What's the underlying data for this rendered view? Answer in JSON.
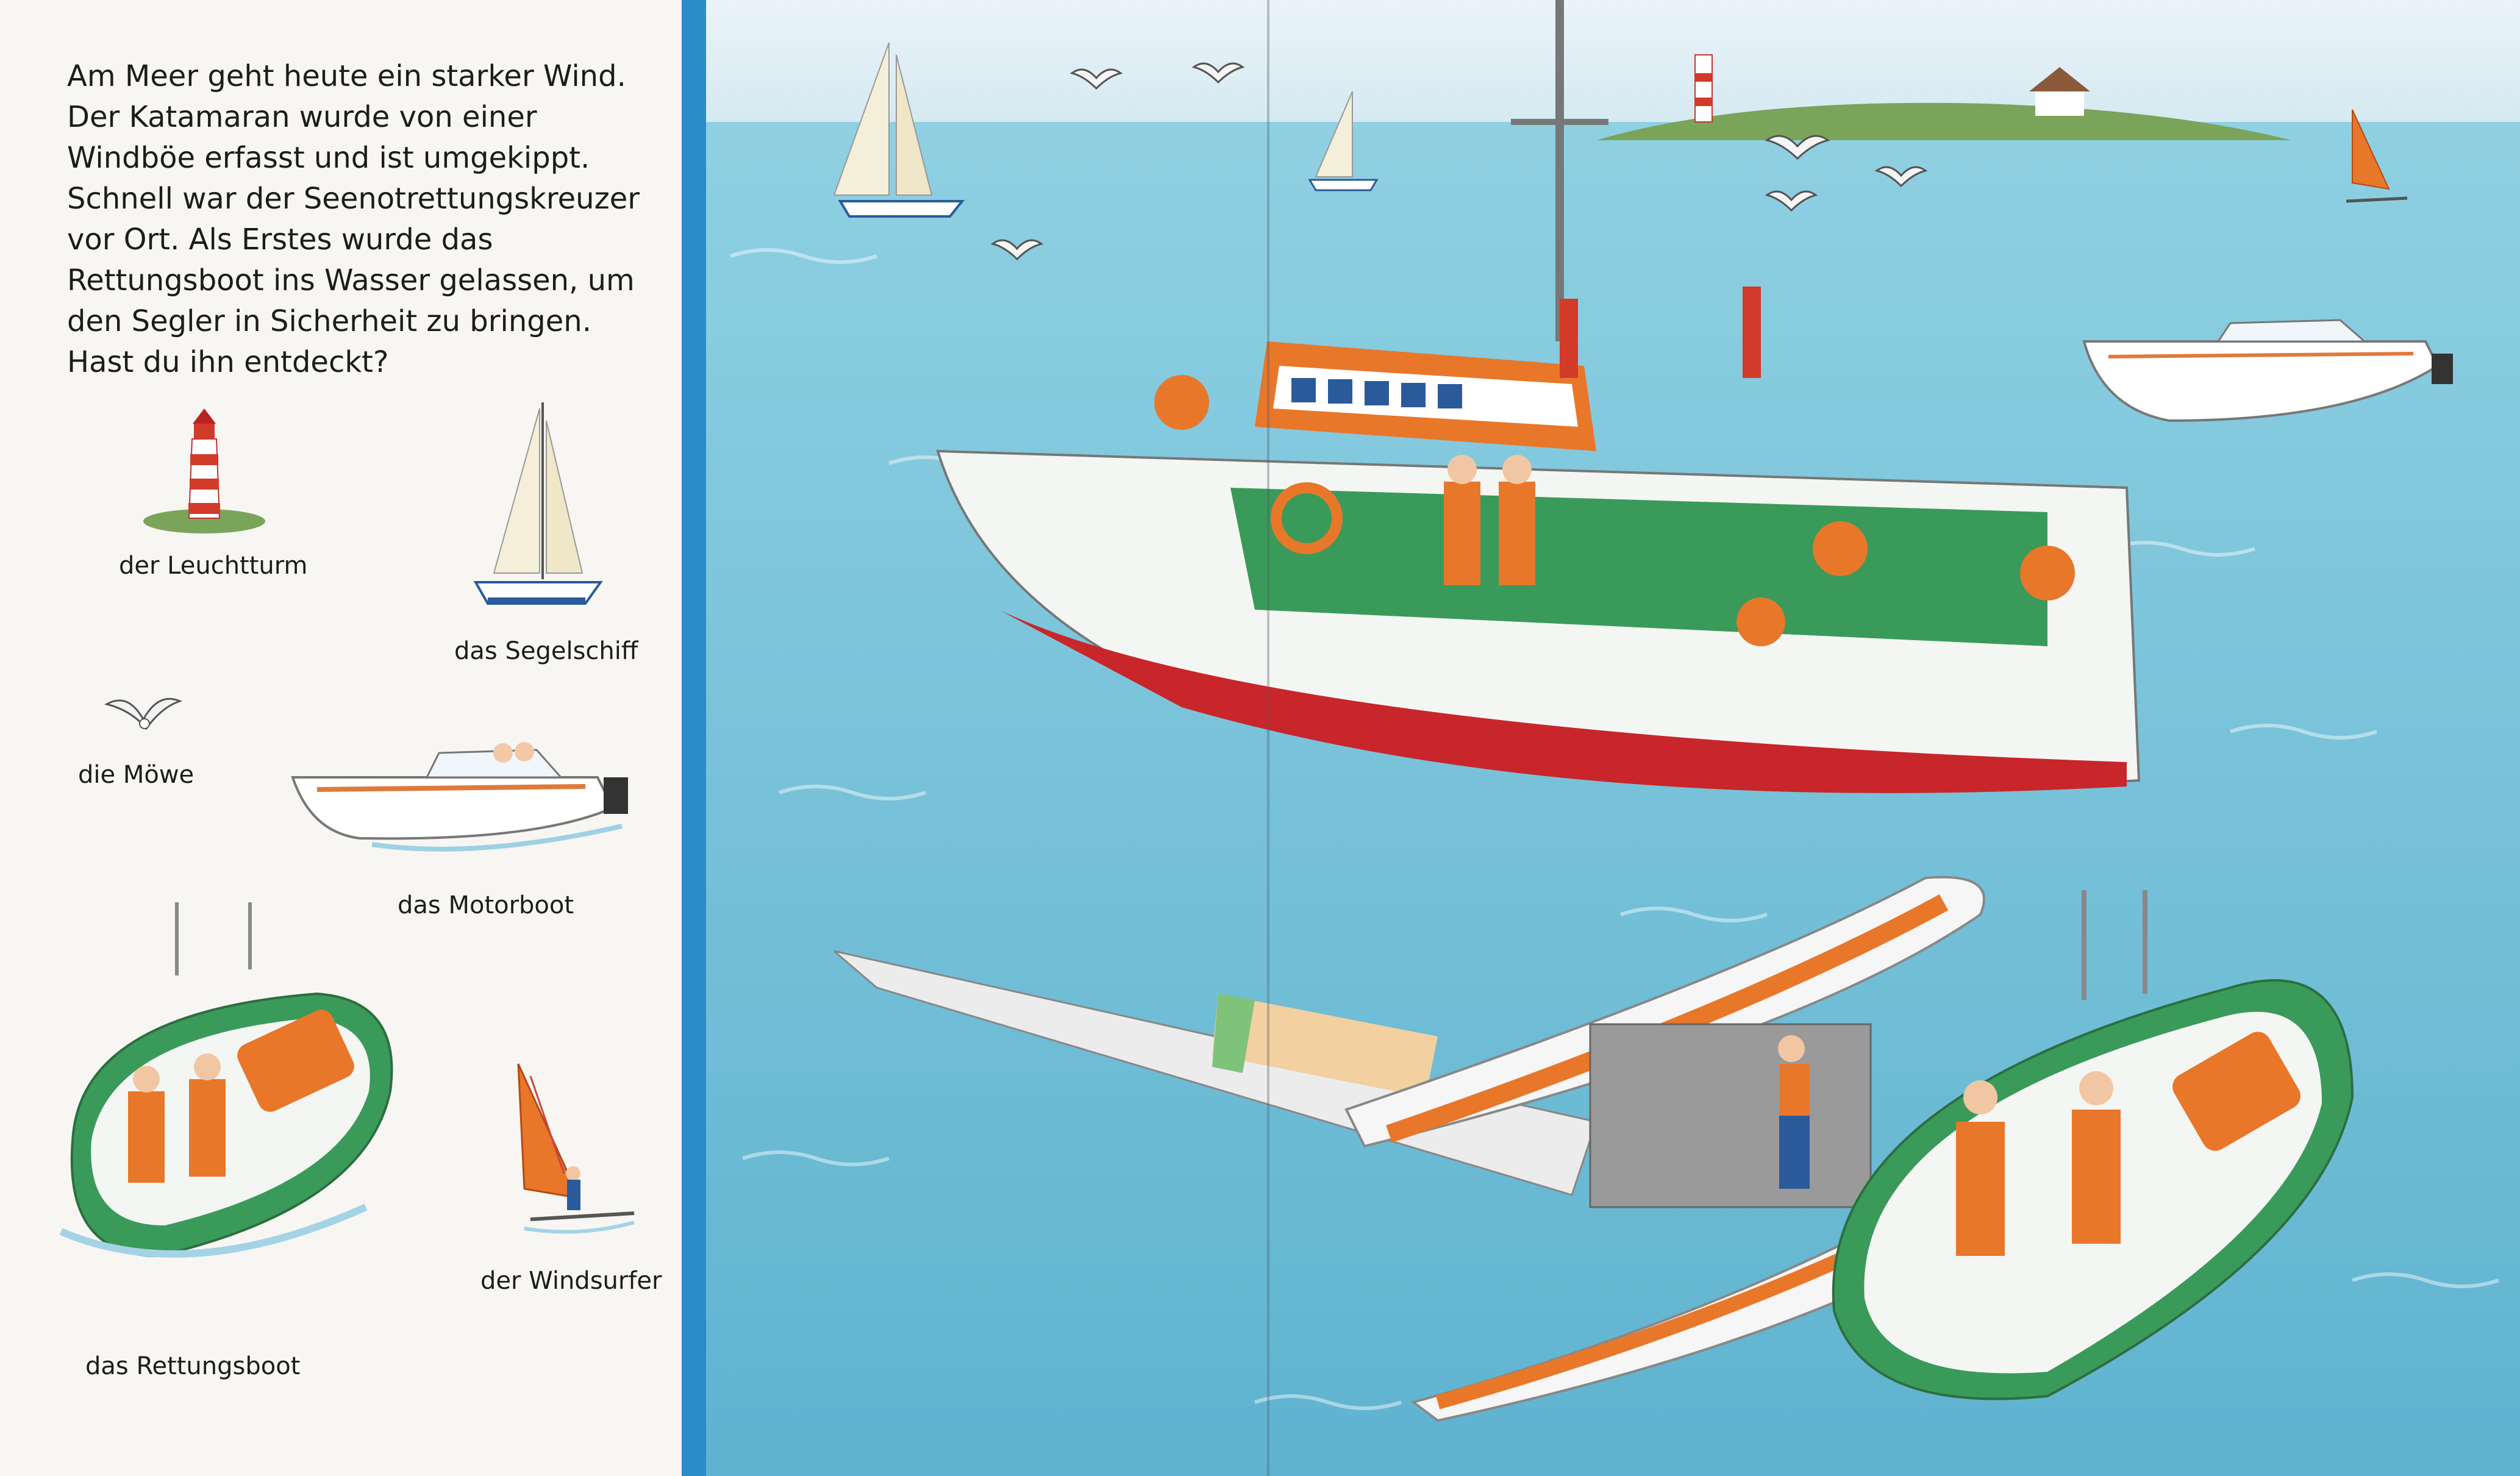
{
  "intro": {
    "text": "Am Meer geht heute ein starker Wind. Der Katamaran wurde von einer Windböe erfasst und ist umgekippt. Schnell war der Seenotrettungskreuzer vor Ort. Als Erstes wurde das Rettungsboot ins Wasser gelassen, um den Segler in Sicherheit zu bringen. Hast du ihn entdeckt?"
  },
  "items": [
    {
      "label": "der Leuchtturm",
      "icon": "lighthouse-icon"
    },
    {
      "label": "das Segelschiff",
      "icon": "sailboat-icon"
    },
    {
      "label": "die Möwe",
      "icon": "seagull-icon"
    },
    {
      "label": "das Motorboot",
      "icon": "motorboat-icon"
    },
    {
      "label": "das Rettungsboot",
      "icon": "lifeboat-icon"
    },
    {
      "label": "der Windsurfer",
      "icon": "windsurfer-icon"
    }
  ],
  "colors": {
    "divider": "#2a8dc9",
    "sea": "#7cc3dc",
    "sky": "#dceef5",
    "rescue_orange": "#e8772a",
    "rescue_green": "#3a9a5a"
  }
}
